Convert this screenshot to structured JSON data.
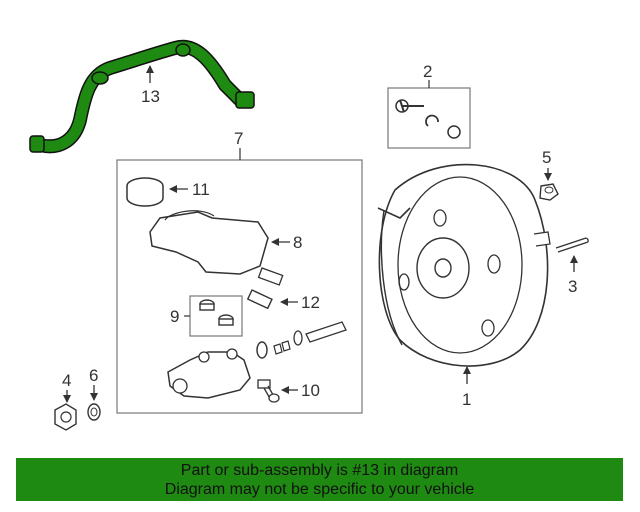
{
  "diagram": {
    "callouts": {
      "c1": "1",
      "c2": "2",
      "c3": "3",
      "c4": "4",
      "c5": "5",
      "c6": "6",
      "c7": "7",
      "c8": "8",
      "c9": "9",
      "c10": "10",
      "c11": "11",
      "c12": "12",
      "c13": "13"
    },
    "highlight_color": "#1f8a12",
    "highlighted_part": "13"
  },
  "banner": {
    "line1": "Part or sub-assembly is #13 in diagram",
    "line2": "Diagram may not be specific to your vehicle"
  }
}
